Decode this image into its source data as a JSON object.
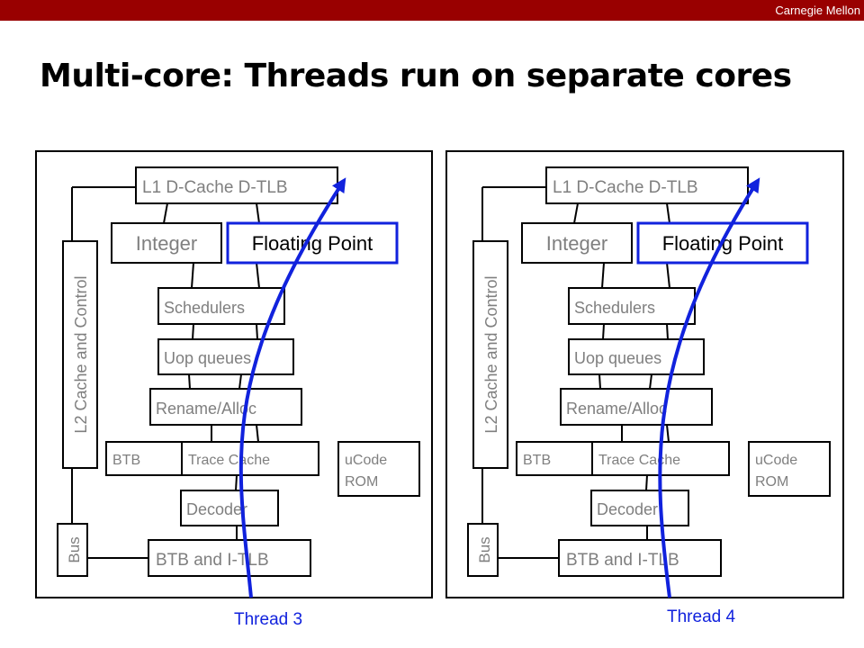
{
  "header": {
    "brand": "Carnegie Mellon"
  },
  "slide": {
    "title": "Multi-core: Threads run on separate cores"
  },
  "colors": {
    "bar": "#990000",
    "highlight": "#1122dd",
    "box_text": "#7f7f7f"
  },
  "cores": [
    {
      "l1": "L1 D-Cache D-TLB",
      "integer": "Integer",
      "fp": "Floating Point",
      "schedulers": "Schedulers",
      "uop": "Uop queues",
      "rename": "Rename/Alloc",
      "btb": "BTB",
      "trace": "Trace Cache",
      "ucode_line1": "uCode",
      "ucode_line2": "ROM",
      "decoder": "Decoder",
      "itlb": "BTB and I-TLB",
      "l2": "L2 Cache and Control",
      "bus": "Bus",
      "thread": "Thread 3"
    },
    {
      "l1": "L1 D-Cache D-TLB",
      "integer": "Integer",
      "fp": "Floating Point",
      "schedulers": "Schedulers",
      "uop": "Uop queues",
      "rename": "Rename/Alloc",
      "btb": "BTB",
      "trace": "Trace Cache",
      "ucode_line1": "uCode",
      "ucode_line2": "ROM",
      "decoder": "Decoder",
      "itlb": "BTB and I-TLB",
      "l2": "L2 Cache and Control",
      "bus": "Bus",
      "thread": "Thread 4"
    }
  ]
}
